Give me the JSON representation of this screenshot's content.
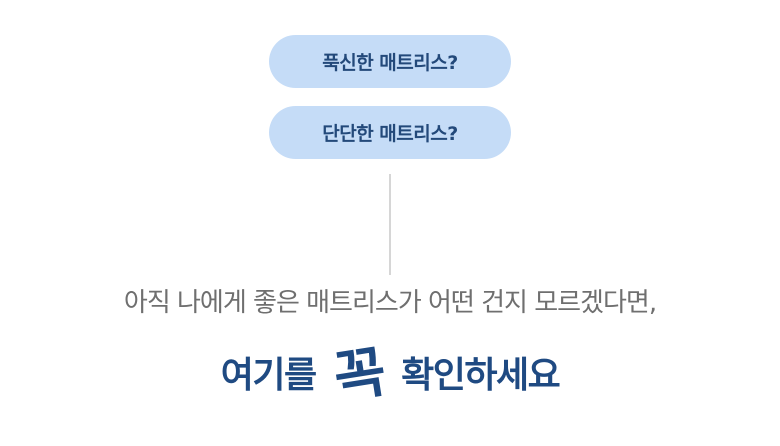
{
  "options": [
    {
      "label": "푹신한 매트리스?"
    },
    {
      "label": "단단한 매트리스?"
    }
  ],
  "subtitle": "아직 나에게 좋은 매트리스가 어떤 건지 모르겠다면,",
  "headline": {
    "before": "여기를",
    "emphasis": "꼭",
    "after": "확인하세요"
  },
  "colors": {
    "pill_bg": "#c5dcf7",
    "pill_text": "#23497a",
    "headline": "#1f4a82",
    "subtitle": "#6f6f6f",
    "divider": "#d6d6d6"
  }
}
